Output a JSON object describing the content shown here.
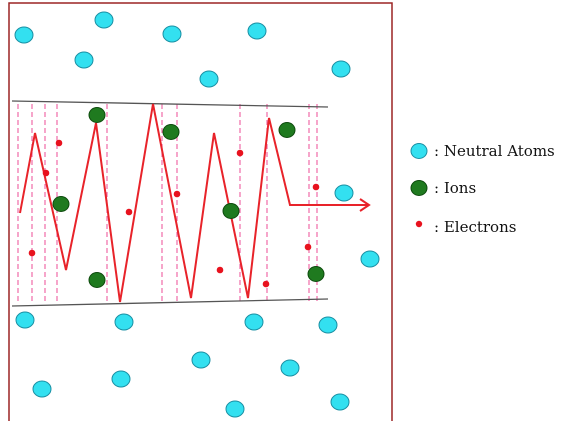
{
  "legend": {
    "neutral_label": ": Neutral Atoms",
    "ion_label": ": Ions",
    "electron_label": ": Electrons"
  },
  "colors": {
    "border": "#9b2424",
    "neutral_fill": "#33e0f0",
    "neutral_stroke": "#1a8fa3",
    "ion_fill": "#1f7a1f",
    "ion_stroke": "#0d4a0d",
    "electron": "#e8121e",
    "wave": "#e8232a",
    "dash": "#f06aa8",
    "guide": "#555555"
  },
  "icons": {
    "neutral": "neutral-atom-icon",
    "ion": "ion-icon",
    "electron": "electron-icon",
    "arrow": "propagation-arrow"
  }
}
